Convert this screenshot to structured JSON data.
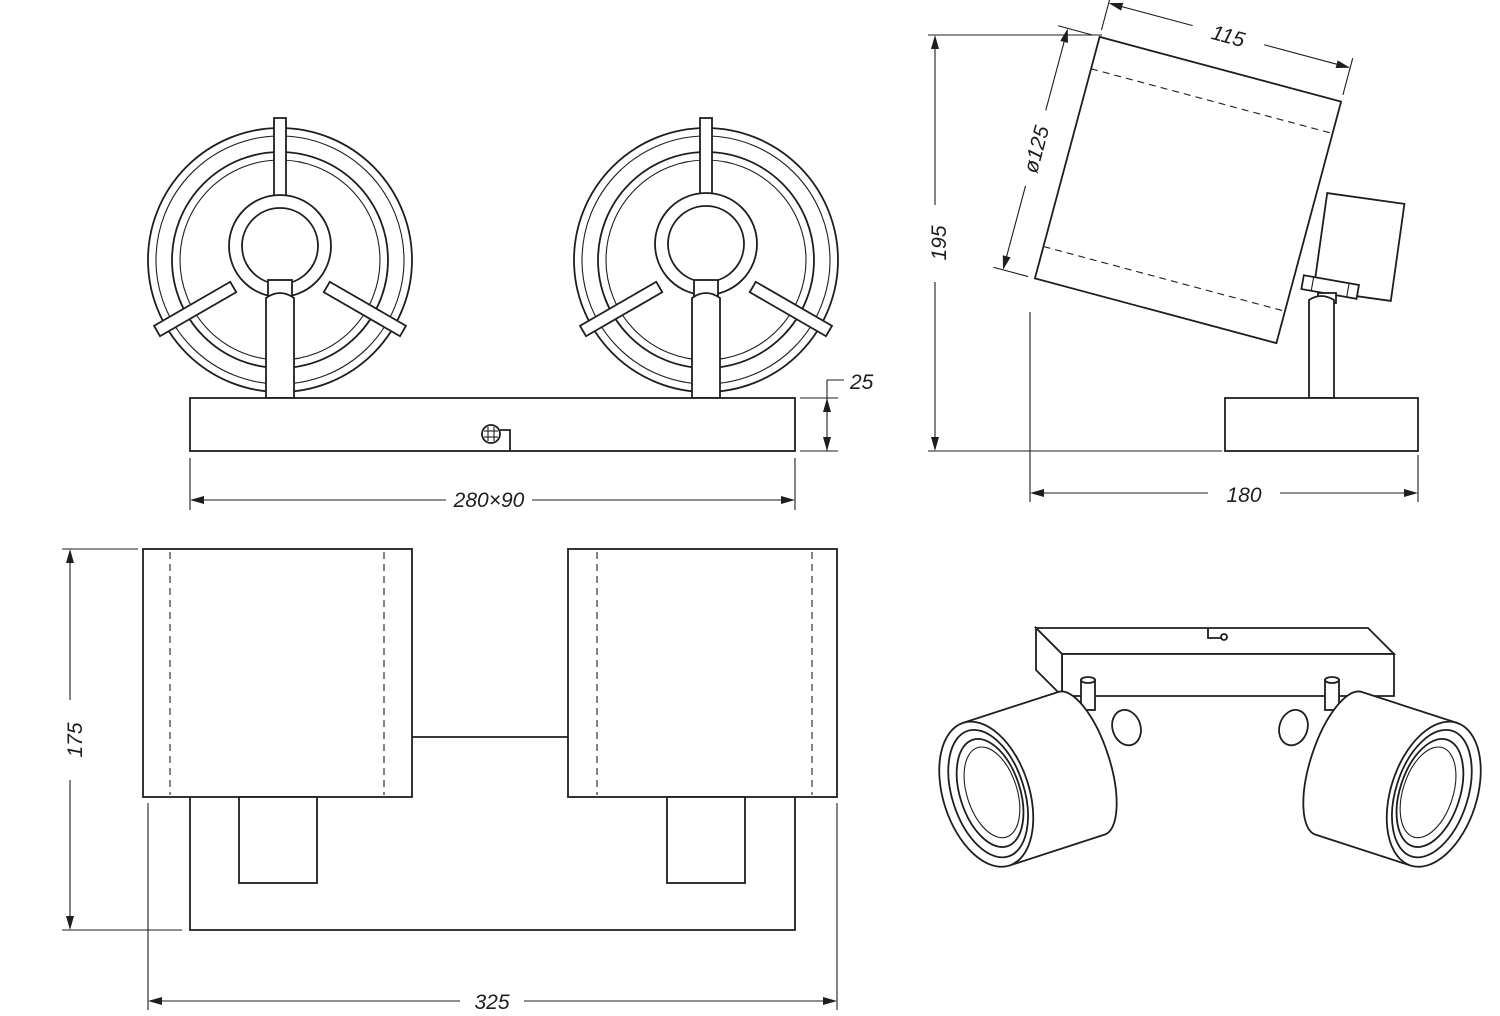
{
  "dimensions": {
    "base_height": "25",
    "base_size": "280×90",
    "side_width": "115",
    "shade_diameter": "ø125",
    "total_height": "195",
    "side_depth": "180",
    "top_depth": "175",
    "total_width": "325"
  }
}
